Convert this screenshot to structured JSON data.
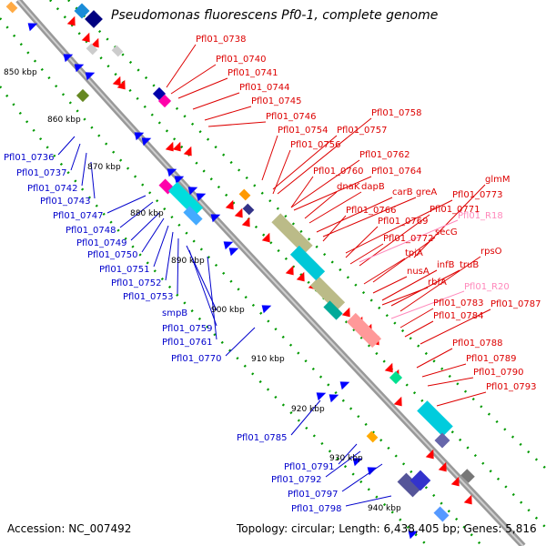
{
  "title": "Pseudomonas fluorescens Pf0-1, complete genome",
  "footer": {
    "accession": "Accession: NC_007492",
    "summary": "Topology: circular; Length: 6,438,405 bp; Genes: 5,816"
  },
  "colors": {
    "backbone": "#999999",
    "forward_label": "#dd0000",
    "reverse_label": "#0000cc",
    "rna_label": "#ff88bb",
    "tick_green": "#009900"
  },
  "ticks": [
    "850 kbp",
    "860 kbp",
    "870 kbp",
    "880 kbp",
    "890 kbp",
    "900 kbp",
    "910 kbp",
    "920 kbp",
    "930 kbp",
    "940 kbp"
  ],
  "forward_labels": [
    "Pfl01_0738",
    "Pfl01_0740",
    "Pfl01_0741",
    "Pfl01_0744",
    "Pfl01_0745",
    "Pfl01_0746",
    "Pfl01_0754",
    "Pfl01_0757",
    "Pfl01_0758",
    "Pfl01_0756",
    "Pfl01_0762",
    "Pfl01_0760",
    "Pfl01_0764",
    "dnaK",
    "dapB",
    "glmM",
    "carB",
    "greA",
    "Pfl01_0773",
    "Pfl01_0766",
    "Pfl01_0771",
    "Pfl01_0769",
    "Pfl01_0772",
    "secG",
    "tpiA",
    "rpsO",
    "nusA",
    "infB",
    "truB",
    "rbfA",
    "Pfl01_0783",
    "Pfl01_0787",
    "Pfl01_0784",
    "Pfl01_0788",
    "Pfl01_0789",
    "Pfl01_0790",
    "Pfl01_0793"
  ],
  "rna_labels": [
    "Pfl01_R18",
    "Pfl01_R20"
  ],
  "reverse_labels": [
    "Pfl01_0736",
    "Pfl01_0737",
    "Pfl01_0742",
    "Pfl01_0743",
    "Pfl01_0747",
    "Pfl01_0748",
    "Pfl01_0749",
    "Pfl01_0750",
    "Pfl01_0751",
    "Pfl01_0752",
    "Pfl01_0753",
    "smpB",
    "Pfl01_0759",
    "Pfl01_0761",
    "Pfl01_0770",
    "Pfl01_0785",
    "Pfl01_0791",
    "Pfl01_0792",
    "Pfl01_0797",
    "Pfl01_0798"
  ]
}
